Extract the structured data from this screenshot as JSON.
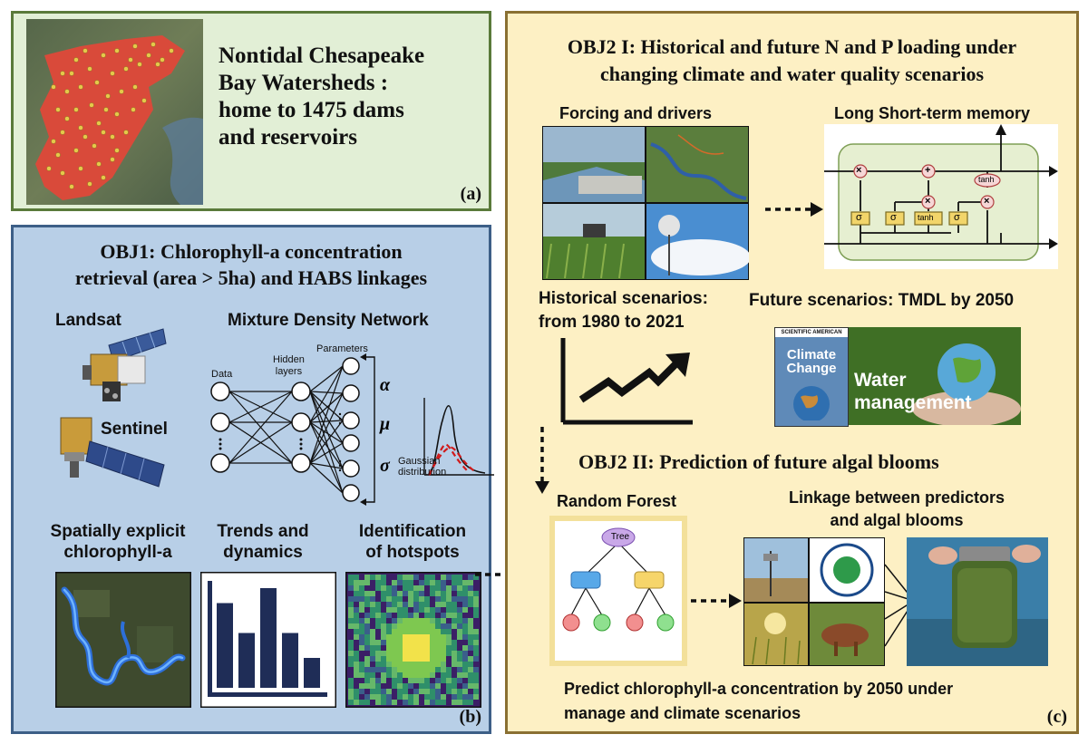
{
  "panel_a": {
    "title_lines": [
      "Nontidal Chesapeake",
      "Bay Watersheds :",
      "home to 1475 dams",
      "and reservoirs"
    ],
    "tag": "(a)"
  },
  "panel_b": {
    "title_lines": [
      "OBJ1: Chlorophyll-a concentration",
      "retrieval (area > 5ha) and HABS linkages"
    ],
    "landsat": "Landsat",
    "sentinel": "Sentinel",
    "mdn_title": "Mixture Density Network",
    "mdn_labels": {
      "data": "Data",
      "hidden": [
        "Hidden",
        "layers"
      ],
      "parameters": "Parameters",
      "alpha": "α",
      "mu": "μ",
      "sigma": "σ",
      "gaussian": "Gaussian distribution"
    },
    "bottom_labels": [
      [
        "Spatially explicit",
        "chlorophyll-a"
      ],
      [
        "Trends and",
        "dynamics"
      ],
      [
        "Identification",
        "of hotspots"
      ]
    ],
    "bar_values": [
      0.85,
      0.55,
      1.0,
      0.55,
      0.3
    ],
    "tag": "(b)"
  },
  "panel_c": {
    "title_lines": [
      "OBJ2 I: Historical and future N and P loading under",
      "changing climate and water quality scenarios"
    ],
    "forcing": "Forcing and drivers",
    "lstm": "Long Short-term memory",
    "lstm_ops": {
      "times": "×",
      "plus": "+",
      "tanh": "tanh",
      "sigma": "σ"
    },
    "historical": [
      "Historical scenarios:",
      "from 1980 to 2021"
    ],
    "future": "Future scenarios: TMDL by 2050",
    "magazine": {
      "brand": "SCIENTIFIC AMERICAN",
      "title_lines": [
        "Climate",
        "Change"
      ]
    },
    "water_mgmt": [
      "Water",
      "management"
    ],
    "obj2_ii": "OBJ2 II: Prediction of future algal blooms",
    "random_forest": "Random Forest",
    "tree_label": "Tree",
    "linkage": [
      "Linkage between predictors",
      "and algal blooms"
    ],
    "predict": [
      "Predict chlorophyll-a concentration by 2050 under",
      "manage and climate scenarios"
    ],
    "tag": "(c)"
  }
}
